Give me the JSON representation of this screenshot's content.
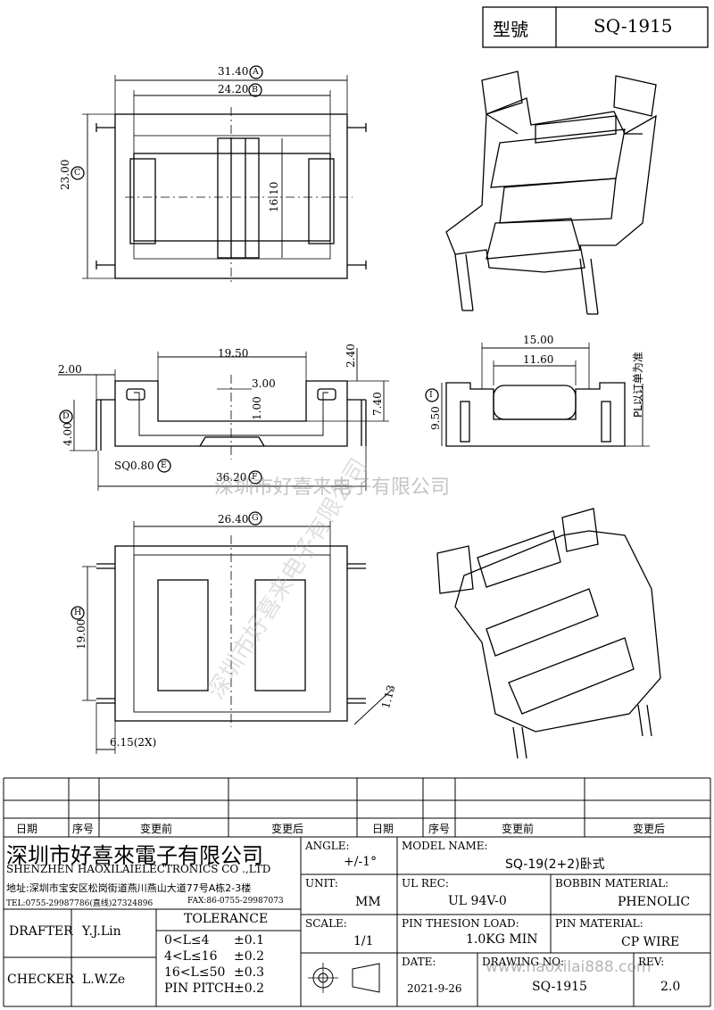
{
  "header": {
    "model_label": "型號",
    "model_value": "SQ-1915"
  },
  "drawings": {
    "top_view": {
      "dim_a": "31.40",
      "ref_a": "A",
      "dim_b": "24.20",
      "ref_b": "B",
      "dim_c": "23.00",
      "ref_c": "C",
      "dim_inner": "16.10"
    },
    "front_view": {
      "dim_width": "19.50",
      "dim_left": "2.00",
      "dim_top": "2.40",
      "dim_slot": "3.00",
      "dim_step": "1.00",
      "dim_height": "7.40",
      "dim_d": "4.00",
      "ref_d": "D",
      "pin": "SQ0.80",
      "ref_e": "E",
      "dim_f": "36.20",
      "ref_f": "F"
    },
    "side_view": {
      "dim_outer": "15.00",
      "dim_inner": "11.60",
      "dim_height": "9.50",
      "ref_i": "I",
      "note": "PL以订单为准"
    },
    "bottom_view": {
      "dim_g": "26.40",
      "ref_g": "G",
      "dim_h": "19.00",
      "ref_h": "H",
      "dim_pin": "1.13",
      "dim_pitch": "6.15(2X)"
    }
  },
  "watermark": {
    "text1": "深圳市好喜来电子有限公司",
    "text2": "深圳市好喜来电子有限公司",
    "url": "www.haoxilai888.com"
  },
  "revision": {
    "date": "日期",
    "no": "序号",
    "before": "变更前",
    "after": "变更后"
  },
  "company": {
    "name_cn": "深圳市好喜來電子有限公司",
    "name_en": "SHENZHEN HAOXILAIELECTRONICS CO .,LTD",
    "address": "地址:深圳市宝安区松岗街道燕川燕山大道77号A栋2-3楼",
    "tel": "TEL:0755-29987786(直线)27324896",
    "fax": "FAX:86-0755-29987073"
  },
  "title_block": {
    "angle_label": "ANGLE:",
    "angle_value": "+/-1°",
    "unit_label": "UNIT:",
    "unit_value": "MM",
    "scale_label": "SCALE:",
    "scale_value": "1/1",
    "model_name_label": "MODEL NAME:",
    "model_name_value": "SQ-19(2+2)卧式",
    "ul_label": "UL REC:",
    "ul_value": "UL 94V-0",
    "bobbin_label": "BOBBIN MATERIAL:",
    "bobbin_value": "PHENOLIC",
    "load_label": "PIN THESION LOAD:",
    "load_value": "1.0KG MIN",
    "pin_label": "PIN MATERIAL:",
    "pin_value": "CP  WIRE",
    "date_label": "DATE:",
    "date_value": "2021-9-26",
    "drawing_label": "DRAWING NO:",
    "drawing_value": "SQ-1915",
    "rev_label": "REV:",
    "rev_value": "2.0",
    "drafter_label": "DRAFTER",
    "drafter_value": "Y.J.Lin",
    "checker_label": "CHECKER",
    "checker_value": "L.W.Ze",
    "tolerance_label": "TOLERANCE",
    "tolerance_rows": [
      {
        "range": "0<L≤4",
        "value": "±0.1"
      },
      {
        "range": "4<L≤16",
        "value": "±0.2"
      },
      {
        "range": "16<L≤50",
        "value": "±0.3"
      },
      {
        "range": "PIN PITCH",
        "value": "±0.2"
      }
    ]
  }
}
